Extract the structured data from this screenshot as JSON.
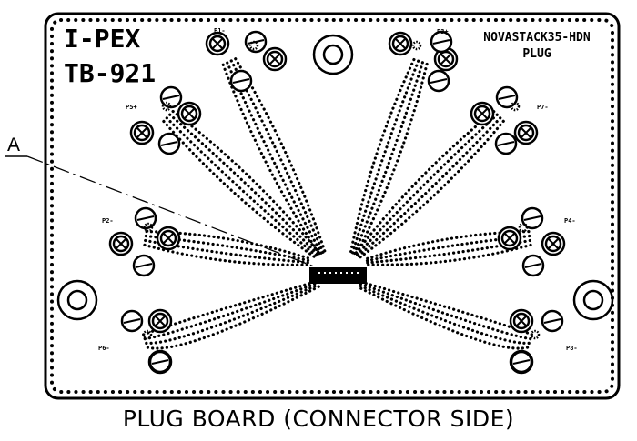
{
  "board": {
    "brand": "I-PEX",
    "model": "TB-921",
    "product_line1": "NOVASTACK35-HDN",
    "product_line2": "PLUG"
  },
  "callout": {
    "label": "A"
  },
  "caption": "PLUG BOARD (CONNECTOR SIDE)",
  "pad_labels": [
    "P1-",
    "P3+",
    "P5+",
    "P7-",
    "P2-",
    "P4-",
    "P6-",
    "P8-"
  ],
  "colors": {
    "ink": "#000000",
    "paper": "#ffffff"
  }
}
